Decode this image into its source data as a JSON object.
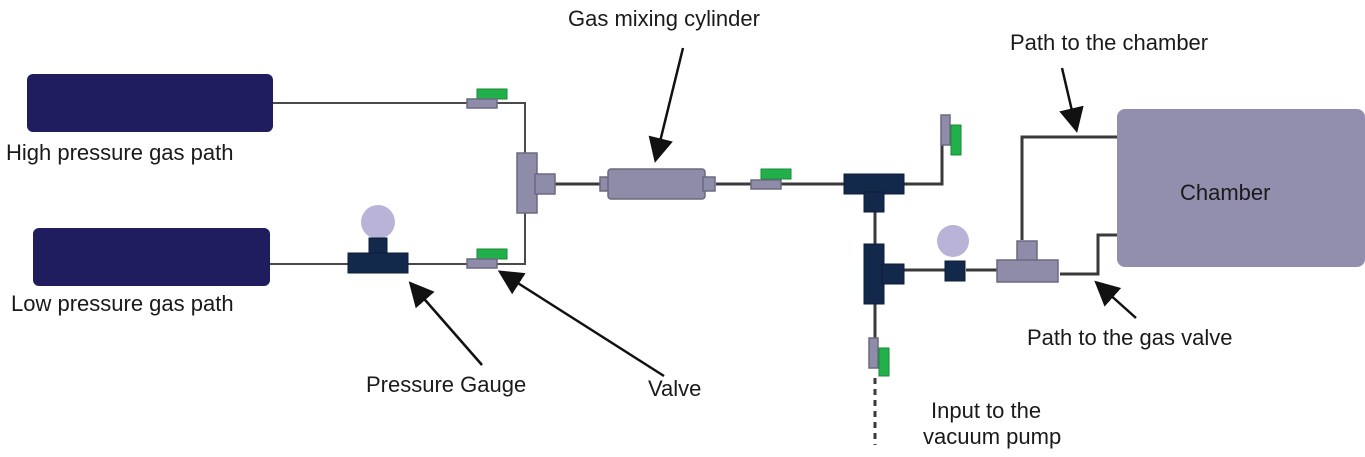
{
  "diagram": {
    "title": "Gas handling system schematic",
    "labels": {
      "high_pressure": "High pressure gas path",
      "low_pressure": "Low pressure gas path",
      "mixing_cylinder": "Gas mixing cylinder",
      "path_chamber": "Path to the chamber",
      "chamber": "Chamber",
      "path_gas_valve": "Path to the gas valve",
      "pressure_gauge": "Pressure Gauge",
      "valve": "Valve",
      "vacuum_line1": "Input to the",
      "vacuum_line2": "vacuum pump"
    },
    "colors": {
      "tank": "#1f1d5e",
      "fitting_grey": "#8e8ca8",
      "fitting_navy": "#13294b",
      "valve_handle": "#22b04a",
      "gauge_dial": "#b9b3d8",
      "chamber": "#928ead"
    }
  }
}
